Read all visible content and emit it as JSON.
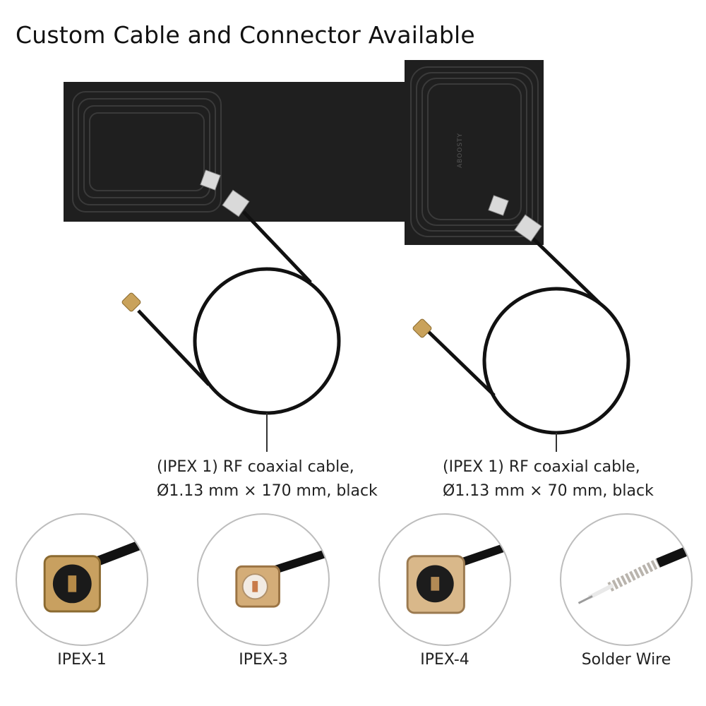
{
  "title": "Custom Cable and Connector Available",
  "antenna_marking": "ABOOSTY",
  "cables": [
    {
      "line1": "(IPEX 1) RF coaxial cable,",
      "line2": "Ø1.13 mm × 170 mm, black"
    },
    {
      "line1": "(IPEX 1) RF coaxial cable,",
      "line2": "Ø1.13 mm × 70 mm, black"
    }
  ],
  "connectors": [
    {
      "label": "IPEX-1"
    },
    {
      "label": "IPEX-3"
    },
    {
      "label": "IPEX-4"
    },
    {
      "label": "Solder Wire"
    }
  ]
}
